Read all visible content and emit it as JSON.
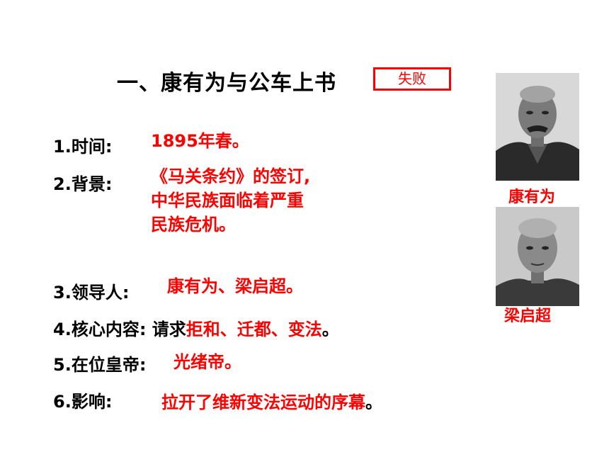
{
  "title": "一、康有为与公车上书",
  "badge": "失败",
  "items": {
    "time": {
      "label": "1.时间:",
      "value": "1895年春。"
    },
    "background": {
      "label": "2.背景:",
      "lines": [
        "《马关条约》的签订,",
        "中华民族面临着严重",
        "民族危机。"
      ]
    },
    "leader": {
      "label": "3.领导人:",
      "value": "康有为、梁启超。"
    },
    "core": {
      "label": "4.核心内容:",
      "prefix": "请求",
      "value": "拒和、迁都、变法",
      "suffix": "。"
    },
    "emperor": {
      "label": "5.在位皇帝:",
      "value": "光绪帝。"
    },
    "influence": {
      "label": "6.影响:",
      "value": "拉开了维新变法运动的序幕",
      "suffix": "。"
    }
  },
  "photos": [
    {
      "caption": "康有为",
      "icon": "portrait-photo"
    },
    {
      "caption": "梁启超",
      "icon": "portrait-photo"
    }
  ],
  "colors": {
    "accent": "#ff0000",
    "text": "#000000"
  }
}
